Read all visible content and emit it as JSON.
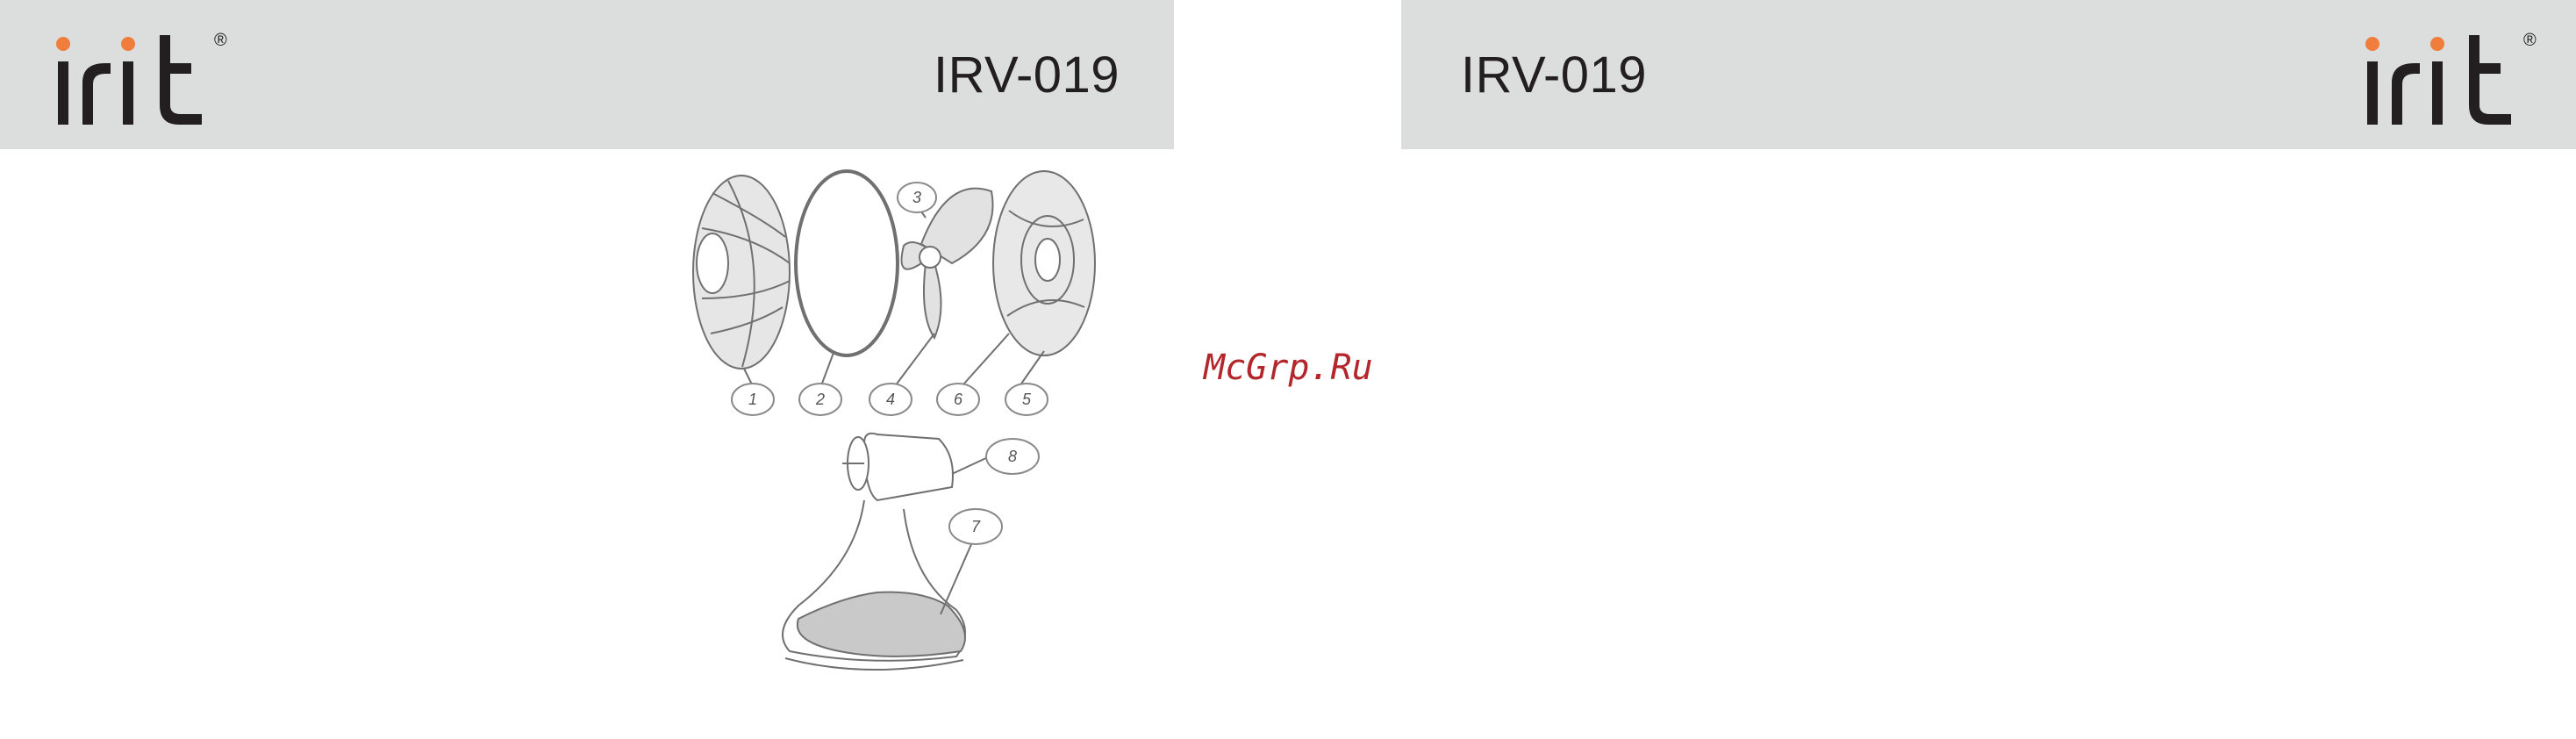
{
  "brand": {
    "name": "irit",
    "registered": "®",
    "accent_color": "#f07d3c",
    "text_color": "#231f20"
  },
  "left_page": {
    "model": "IRV-019"
  },
  "right_page": {
    "model": "IRV-019"
  },
  "watermark": "McGrp.Ru",
  "diagram": {
    "callouts": [
      "1",
      "2",
      "3",
      "4",
      "5",
      "6",
      "7",
      "8"
    ]
  }
}
